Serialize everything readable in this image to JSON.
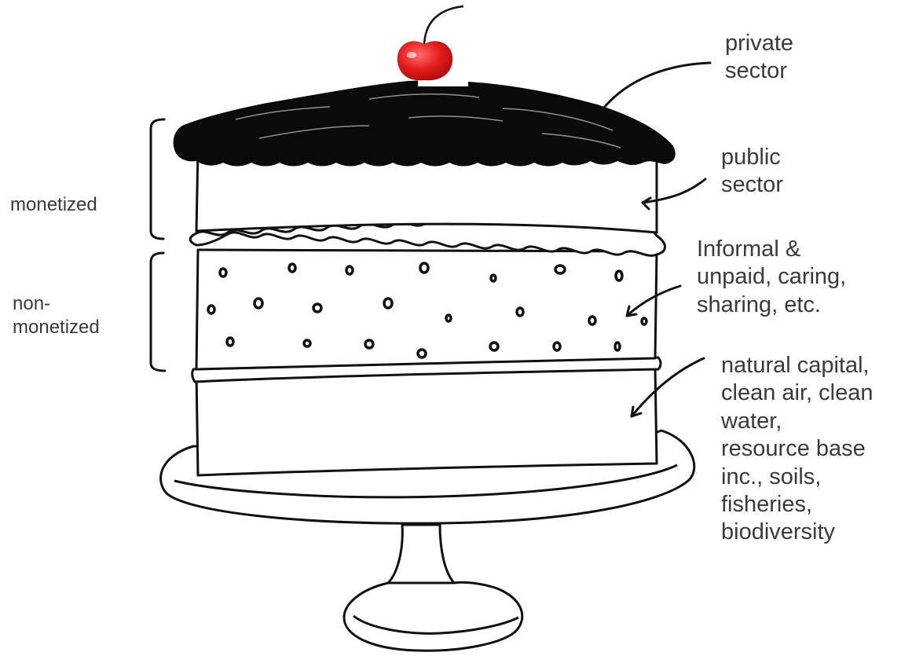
{
  "labels": {
    "private_sector": [
      "private",
      "sector"
    ],
    "public_sector": [
      "public",
      "sector"
    ],
    "informal": [
      "Informal &",
      "unpaid, caring,",
      "sharing, etc."
    ],
    "natural_capital": [
      "natural capital,",
      "clean air, clean",
      "water,",
      "resource base",
      "inc., soils,",
      "fisheries,",
      "biodiversity"
    ],
    "monetized": [
      "monetized"
    ],
    "non_monetized": [
      "non-",
      "monetized"
    ]
  },
  "colors": {
    "ink": "#111111",
    "label_text": "#3a3a3a",
    "cherry": "#e31b1b",
    "frosting": "#0b0b0b",
    "background": "#ffffff"
  },
  "icons": [
    "cherry-icon",
    "cake-illustration"
  ]
}
